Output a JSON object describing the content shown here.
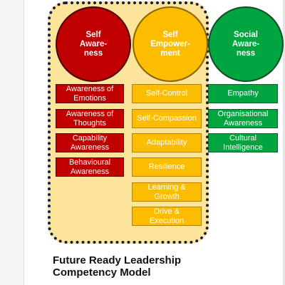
{
  "colors": {
    "self_awareness": "#c00000",
    "self_empowerment": "#fcbd00",
    "social_awareness": "#00a53f",
    "panel_background": "#fde49b",
    "panel_dotted_border": "#141e3c"
  },
  "circles": {
    "self_awareness": "Self\nAware-\nness",
    "self_empowerment": "Self\nEmpower-\nment",
    "social_awareness": "Social\nAware-\nness"
  },
  "self_awareness_items": [
    "Awareness of\nEmotions",
    "Awareness of\nThoughts",
    "Capability\nAwareness",
    "Behavioural\nAwareness"
  ],
  "self_empowerment_items": [
    "Self-Control",
    "Self-Compassion",
    "Adaptability",
    "Resilience",
    "Learning &\nGrowth",
    "Drive &\nExecution"
  ],
  "social_awareness_items": [
    "Empathy",
    "Organisational\nAwareness",
    "Cultural\nIntelligence"
  ],
  "title": "Future Ready Leadership\nCompetency Model"
}
